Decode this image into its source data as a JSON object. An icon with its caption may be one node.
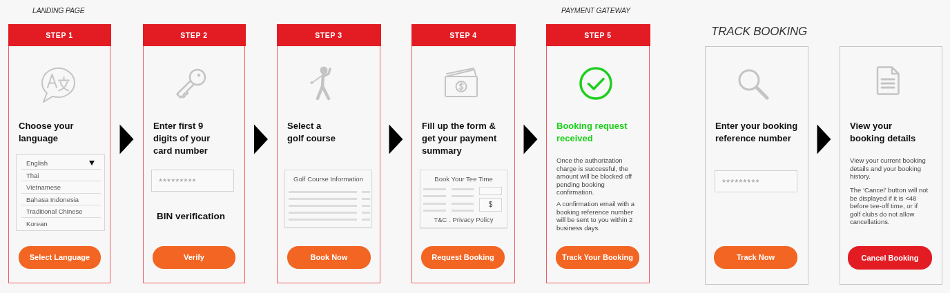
{
  "diagram": {
    "nodes": [
      {
        "text": [
          "STEP 1",
          "Choose your language"
        ]
      },
      {
        "text": [
          "English",
          "Thai",
          "Vietnamese",
          "Bahasa Indonesia",
          "Traditional Chinese",
          "Korean"
        ],
        "in": 0
      },
      {
        "text": [
          "Select Language"
        ],
        "in": 0
      },
      {
        "text": [
          "STEP 2",
          "Enter first 9 digits of your card number",
          "BIN verification"
        ]
      },
      {
        "text": [
          "*********"
        ],
        "in": 3
      },
      {
        "text": [
          "Verify"
        ],
        "in": 3
      },
      {
        "text": [
          "STEP 3",
          "Select a golf course"
        ]
      },
      {
        "text": [
          "Golf Course Information"
        ],
        "in": 6
      },
      {
        "text": [
          "Book Now"
        ],
        "in": 6
      },
      {
        "text": [
          "STEP 4",
          "Fill up the form & get your payment summary"
        ]
      },
      {
        "text": [
          "Book Your Tee Time",
          "T&C . Privacy Policy"
        ],
        "in": 9
      },
      {
        "text": [],
        "shape": "box",
        "in": 10
      },
      {
        "text": [
          "$"
        ],
        "in": 10
      },
      {
        "text": [
          "Request Booking"
        ],
        "in": 9
      },
      {
        "text": [
          "STEP 5",
          "Booking request received",
          "Once the authorization charge is successful, the amount will be blocked off pending booking confirmation.",
          "A confirmation email with a booking reference number will be sent to you within 2 business days."
        ]
      },
      {
        "text": [
          "Track Your Booking"
        ],
        "in": 14
      },
      {
        "text": [
          "Enter your booking reference number"
        ]
      },
      {
        "text": [
          "*********"
        ],
        "in": 16
      },
      {
        "text": [
          "Track Now"
        ],
        "in": 16
      },
      {
        "text": [
          "View your booking details",
          "View your current booking details and your booking history.",
          "The ‘Cancel’ button will not be displayed if it is <48 before tee-off time, or if golf clubs do not allow cancellations."
        ]
      },
      {
        "text": [
          "Cancel Booking"
        ],
        "in": 19
      }
    ],
    "edges": [
      {
        "from": 0,
        "to": 3,
        "arrow": "to"
      },
      {
        "from": 3,
        "to": 6,
        "arrow": "to"
      },
      {
        "from": 6,
        "to": 9,
        "arrow": "to"
      },
      {
        "from": 9,
        "to": 14,
        "arrow": "to"
      },
      {
        "from": 16,
        "to": 19,
        "arrow": "to"
      }
    ],
    "labels": [
      "LANDING PAGE",
      "PAYMENT GATEWAY",
      "TRACK BOOKING"
    ]
  }
}
